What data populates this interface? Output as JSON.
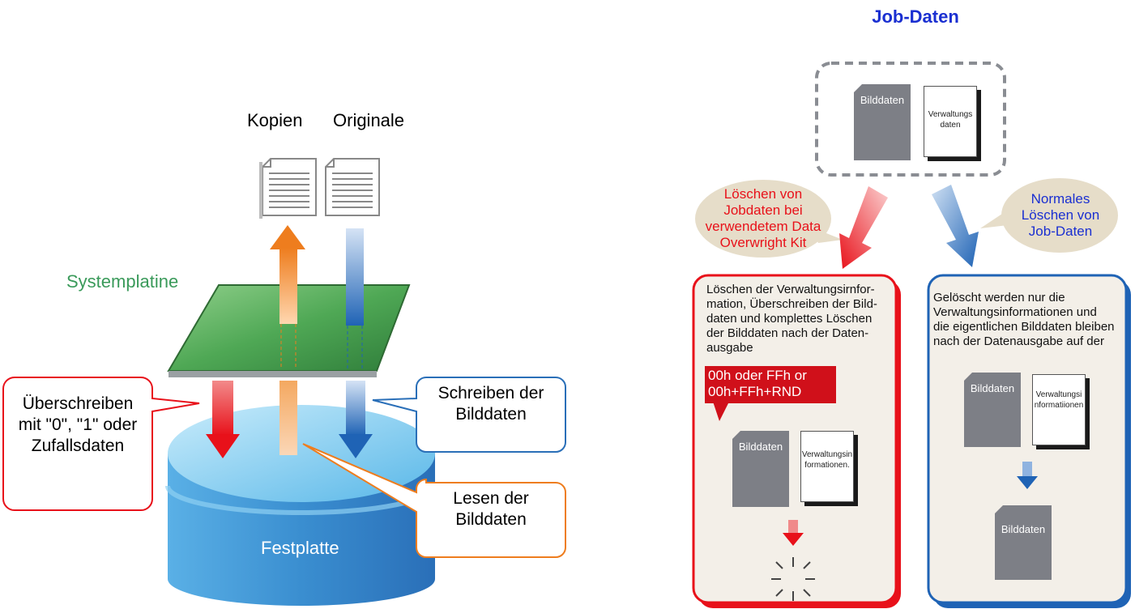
{
  "left": {
    "copies_label": "Kopien",
    "originals_label": "Originale",
    "board_label": "Systemplatine",
    "overwrite_callout": [
      "Überschreiben",
      "mit \"0\", \"1\" oder",
      "Zufallsdaten"
    ],
    "write_callout": [
      "Schreiben der",
      "Bilddaten"
    ],
    "read_callout": [
      "Lesen der",
      "Bilddaten"
    ],
    "disk_label": "Festplatte"
  },
  "right": {
    "title": "Job-Daten",
    "top_doc_image": "Bilddaten",
    "top_doc_mgmt": [
      "Verwaltungs",
      "daten"
    ],
    "left_bubble": [
      "Löschen von",
      "Jobdaten bei",
      "verwendetem Data",
      "Overwright Kit"
    ],
    "right_bubble": [
      "Normales",
      "Löschen von",
      "Job-Daten"
    ],
    "left_panel_text": [
      "Löschen der Verwaltungsirnfor-",
      "mation, Überschreiben der Bild-",
      "daten und komplettes Löschen",
      "der Bilddaten nach der Daten-",
      "ausgabe"
    ],
    "badge": [
      "00h oder FFh or",
      "00h+FFh+RND"
    ],
    "left_doc_image": "Bilddaten",
    "left_doc_mgmt": [
      "Verwaltungsin",
      "formationen."
    ],
    "right_panel_text": [
      "Gelöscht werden nur die",
      "Verwaltungsinformationen und",
      "die eigentlichen Bilddaten bleiben",
      "nach der Datenausgabe auf der"
    ],
    "right_doc_image": "Bilddaten",
    "right_doc_mgmt": [
      "Verwaltungsi",
      "nformatiionen"
    ],
    "right_result_doc": "Bilddaten"
  },
  "colors": {
    "red": "#e8111a",
    "blue": "#1a2fd1",
    "orange": "#ee7d1e",
    "green_board": "#4f9a53",
    "disk_blue": "#3c8fd0"
  }
}
